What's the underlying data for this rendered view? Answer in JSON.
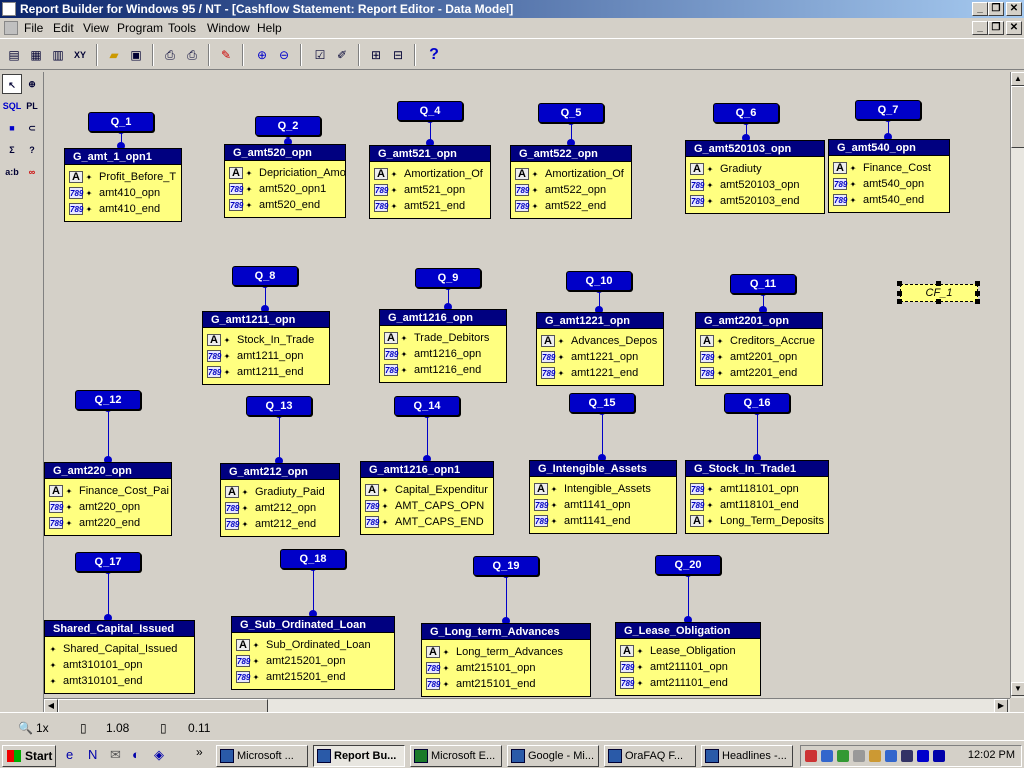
{
  "window": {
    "title": "Report Builder for Windows 95 / NT - [Cashflow Statement: Report Editor - Data Model]",
    "controls": [
      "_",
      "❐",
      "✕"
    ],
    "doc_controls": [
      "_",
      "❐",
      "✕"
    ]
  },
  "menu": [
    "File",
    "Edit",
    "View",
    "Program",
    "Tools",
    "Window",
    "Help"
  ],
  "toolbar": [
    "new",
    "report",
    "open-data",
    "xy",
    "open",
    "save",
    "print-setup",
    "print",
    "paste-link",
    "zoom-in",
    "zoom-out",
    "properties",
    "edit",
    "expand",
    "collapse",
    "help"
  ],
  "palette": [
    {
      "id": "select",
      "label": "↖"
    },
    {
      "id": "magnify",
      "label": "⊕"
    },
    {
      "id": "sql-query",
      "label": "SQL"
    },
    {
      "id": "plsql",
      "label": "PL"
    },
    {
      "id": "express",
      "label": "■"
    },
    {
      "id": "ref-cursor",
      "label": "⊂"
    },
    {
      "id": "summary",
      "label": "Σ"
    },
    {
      "id": "formula",
      "label": "?"
    },
    {
      "id": "placeholder",
      "label": "a:b"
    },
    {
      "id": "link",
      "label": "∞"
    }
  ],
  "queries": [
    {
      "q": "Q_1",
      "g": "G_amt_1_opn1",
      "rows": [
        [
          "A",
          "Profit_Before_T"
        ],
        [
          "N",
          "amt410_opn"
        ],
        [
          "N",
          "amt410_end"
        ]
      ]
    },
    {
      "q": "Q_2",
      "g": "G_amt520_opn",
      "rows": [
        [
          "A",
          "Depriciation_Amo"
        ],
        [
          "N",
          "amt520_opn1"
        ],
        [
          "N",
          "amt520_end"
        ]
      ]
    },
    {
      "q": "Q_4",
      "g": "G_amt521_opn",
      "rows": [
        [
          "A",
          "Amortization_Of"
        ],
        [
          "N",
          "amt521_opn"
        ],
        [
          "N",
          "amt521_end"
        ]
      ]
    },
    {
      "q": "Q_5",
      "g": "G_amt522_opn",
      "rows": [
        [
          "A",
          "Amortization_Of"
        ],
        [
          "N",
          "amt522_opn"
        ],
        [
          "N",
          "amt522_end"
        ]
      ]
    },
    {
      "q": "Q_6",
      "g": "G_amt520103_opn",
      "rows": [
        [
          "A",
          "Gradiuty"
        ],
        [
          "N",
          "amt520103_opn"
        ],
        [
          "N",
          "amt520103_end"
        ]
      ]
    },
    {
      "q": "Q_7",
      "g": "G_amt540_opn",
      "rows": [
        [
          "A",
          "Finance_Cost"
        ],
        [
          "N",
          "amt540_opn"
        ],
        [
          "N",
          "amt540_end"
        ]
      ]
    },
    {
      "q": "Q_8",
      "g": "G_amt1211_opn",
      "rows": [
        [
          "A",
          "Stock_In_Trade"
        ],
        [
          "N",
          "amt1211_opn"
        ],
        [
          "N",
          "amt1211_end"
        ]
      ]
    },
    {
      "q": "Q_9",
      "g": "G_amt1216_opn",
      "rows": [
        [
          "A",
          "Trade_Debitors"
        ],
        [
          "N",
          "amt1216_opn"
        ],
        [
          "N",
          "amt1216_end"
        ]
      ]
    },
    {
      "q": "Q_10",
      "g": "G_amt1221_opn",
      "rows": [
        [
          "A",
          "Advances_Depos"
        ],
        [
          "N",
          "amt1221_opn"
        ],
        [
          "N",
          "amt1221_end"
        ]
      ]
    },
    {
      "q": "Q_11",
      "g": "G_amt2201_opn",
      "rows": [
        [
          "A",
          "Creditors_Accrue"
        ],
        [
          "N",
          "amt2201_opn"
        ],
        [
          "N",
          "amt2201_end"
        ]
      ]
    },
    {
      "q": "Q_12",
      "g": "G_amt220_opn",
      "rows": [
        [
          "A",
          "Finance_Cost_Pai"
        ],
        [
          "N",
          "amt220_opn"
        ],
        [
          "N",
          "amt220_end"
        ]
      ]
    },
    {
      "q": "Q_13",
      "g": "G_amt212_opn",
      "rows": [
        [
          "A",
          "Gradiuty_Paid"
        ],
        [
          "N",
          "amt212_opn"
        ],
        [
          "N",
          "amt212_end"
        ]
      ]
    },
    {
      "q": "Q_14",
      "g": "G_amt1216_opn1",
      "rows": [
        [
          "A",
          "Capital_Expenditur"
        ],
        [
          "N",
          "AMT_CAPS_OPN"
        ],
        [
          "N",
          "AMT_CAPS_END"
        ]
      ]
    },
    {
      "q": "Q_15",
      "g": "G_Intengible_Assets",
      "rows": [
        [
          "A",
          "Intengible_Assets"
        ],
        [
          "N",
          "amt1141_opn"
        ],
        [
          "N",
          "amt1141_end"
        ]
      ]
    },
    {
      "q": "Q_16",
      "g": "G_Stock_In_Trade1",
      "rows": [
        [
          "N",
          "amt118101_opn"
        ],
        [
          "N",
          "amt118101_end"
        ],
        [
          "A",
          "Long_Term_Deposits"
        ]
      ]
    },
    {
      "q": "Q_17",
      "g": "Shared_Capital_Issued",
      "rows": [
        [
          "",
          "Shared_Capital_Issued"
        ],
        [
          "",
          "amt310101_opn"
        ],
        [
          "",
          "amt310101_end"
        ]
      ]
    },
    {
      "q": "Q_18",
      "g": "G_Sub_Ordinated_Loan",
      "rows": [
        [
          "A",
          "Sub_Ordinated_Loan"
        ],
        [
          "N",
          "amt215201_opn"
        ],
        [
          "N",
          "amt215201_end"
        ]
      ]
    },
    {
      "q": "Q_19",
      "g": "G_Long_term_Advances",
      "rows": [
        [
          "A",
          "Long_term_Advances"
        ],
        [
          "N",
          "amt215101_opn"
        ],
        [
          "N",
          "amt215101_end"
        ]
      ]
    },
    {
      "q": "Q_20",
      "g": "G_Lease_Obligation",
      "rows": [
        [
          "A",
          "Lease_Obligation"
        ],
        [
          "N",
          "amt211101_opn"
        ],
        [
          "N",
          "amt211101_end"
        ]
      ]
    }
  ],
  "formula_column": "CF_1",
  "badges": {
    "A": "A",
    "N": "789",
    "pin": "✦"
  },
  "status": {
    "zoom": "1x",
    "x": "1.08",
    "y": "0.11"
  },
  "taskbar": {
    "start": "Start",
    "tasks": [
      "Microsoft ...",
      "Report Bu...",
      "Microsoft E...",
      "Google - Mi...",
      "OraFAQ F...",
      "Headlines -..."
    ],
    "clock": "12:02 PM"
  }
}
